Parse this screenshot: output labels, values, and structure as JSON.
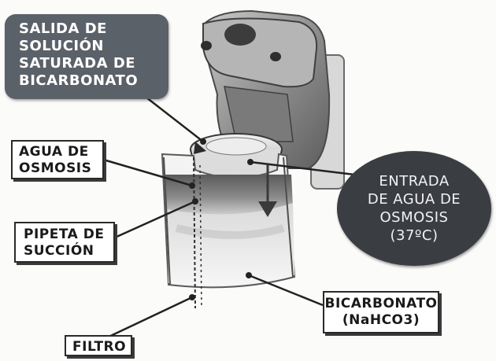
{
  "labels": {
    "salida": "SALIDA DE\nSOLUCIÓN\nSATURADA DE\nBICARBONATO",
    "agua_osmosis": "AGUA DE\nOSMOSIS",
    "pipeta": "PIPETA DE\nSUCCIÓN",
    "filtro": "FILTRO",
    "entrada": "ENTRADA\nDE AGUA DE\nOSMOSIS\n(37ºC)",
    "bicarbonato": "BICARBONATO\n(NaHCO3)"
  }
}
